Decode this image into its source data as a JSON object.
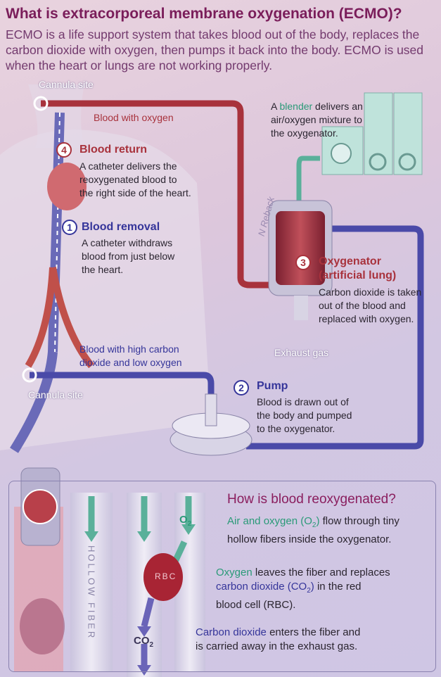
{
  "title": "What is extracorporeal membrane oxygenation (ECMO)?",
  "intro": "ECMO is a life support system that takes blood out of the body, replaces the carbon dioxide with oxygen, then pumps it back into the body. ECMO is used when the heart or lungs are not working properly.",
  "labels": {
    "cannula_top": "Cannula site",
    "cannula_bottom": "Cannula site",
    "blood_oxygen": "Blood with oxygen",
    "blood_co2_1": "Blood with high carbon",
    "blood_co2_2": "dioxide and low oxygen",
    "exhaust": "Exhaust gas",
    "signature": "N Reback"
  },
  "blender": {
    "l1a": "A ",
    "l1b": "blender",
    "l1c": " delivers an",
    "l2": "air/oxygen mixture to",
    "l3": "the oxygenator."
  },
  "steps": [
    {
      "num": "4",
      "title": "Blood return",
      "lines": [
        "A catheter delivers the",
        "reoxygenated blood to",
        "the right side of the heart."
      ]
    },
    {
      "num": "1",
      "title": "Blood removal",
      "lines": [
        "A catheter withdraws",
        "blood from just below",
        "the heart."
      ]
    },
    {
      "num": "3",
      "title": [
        "Oxygenator",
        "(artificial lung)"
      ],
      "lines": [
        "Carbon dioxide is taken",
        "out of the blood and",
        "replaced with oxygen."
      ]
    },
    {
      "num": "2",
      "title": "Pump",
      "lines": [
        "Blood is drawn out of",
        "the body and pumped",
        "to the oxygenator."
      ]
    }
  ],
  "reox": {
    "heading": "How is blood reoxygenated?",
    "p1": {
      "a": "Air and oxygen (O",
      "b": "2",
      "c": ")",
      "d": " flow through tiny",
      "e": "hollow fibers inside the oxygenator."
    },
    "p2": {
      "a": "Oxygen",
      "b": " leaves the fiber and replaces",
      "c": "carbon dioxide (CO",
      "d": "2",
      "e": ")",
      "f": " in the red",
      "g": "blood cell (RBC)."
    },
    "p3": {
      "a": "Carbon dioxide",
      "b": " enters the fiber and",
      "c": "is carried away in the exhaust gas."
    },
    "fiber": "HOLLOW FIBER",
    "rbc": "RBC",
    "o2": "O",
    "o2sub": "2",
    "co2": "CO",
    "co2sub": "2"
  },
  "colors": {
    "red": "#a8323c",
    "blue": "#35359a",
    "green": "#2a9a78",
    "title": "#7a1d5a"
  }
}
